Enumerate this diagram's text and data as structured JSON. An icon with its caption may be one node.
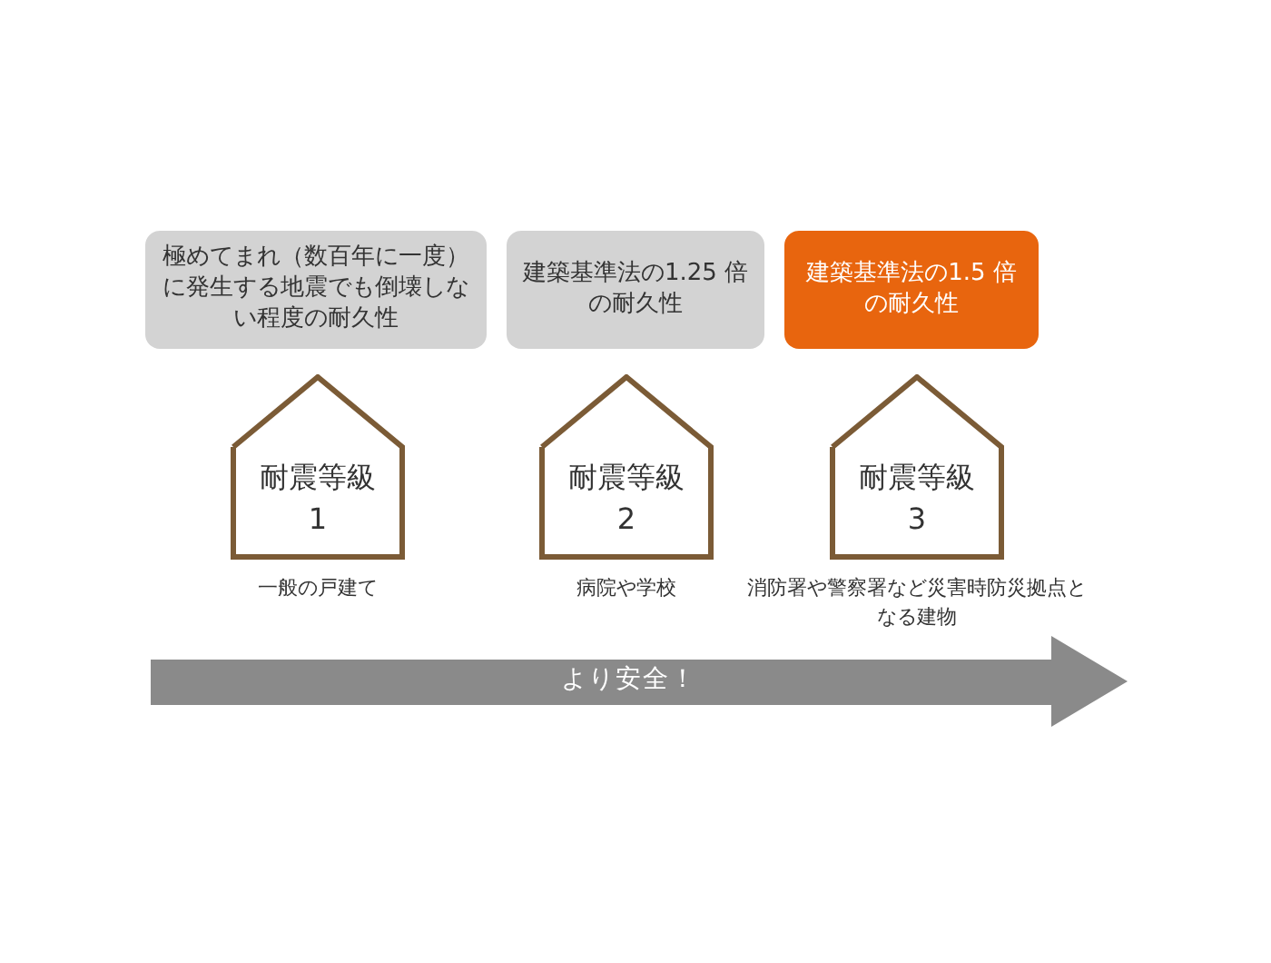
{
  "diagram": {
    "nodes": [
      {
        "text": [
          "極めてまれ（数百年に一度）に発生する地震でも倒壊しない程度の耐久性"
        ]
      },
      {
        "text": [
          "建築基準法の1.25 倍の耐久性"
        ]
      },
      {
        "text": [
          "建築基準法の1.5 倍の耐久性"
        ]
      },
      {
        "text": [
          "耐震等級",
          "1"
        ],
        "beside": [
          "一般の戸建て"
        ]
      },
      {
        "text": [
          "耐震等級",
          "2"
        ],
        "beside": [
          "病院や学校"
        ]
      },
      {
        "text": [
          "耐震等級",
          "3"
        ],
        "beside": [
          "消防署や警察署など災害時防災拠点となる建物"
        ]
      },
      {
        "text": [
          "より安全！"
        ]
      }
    ]
  }
}
